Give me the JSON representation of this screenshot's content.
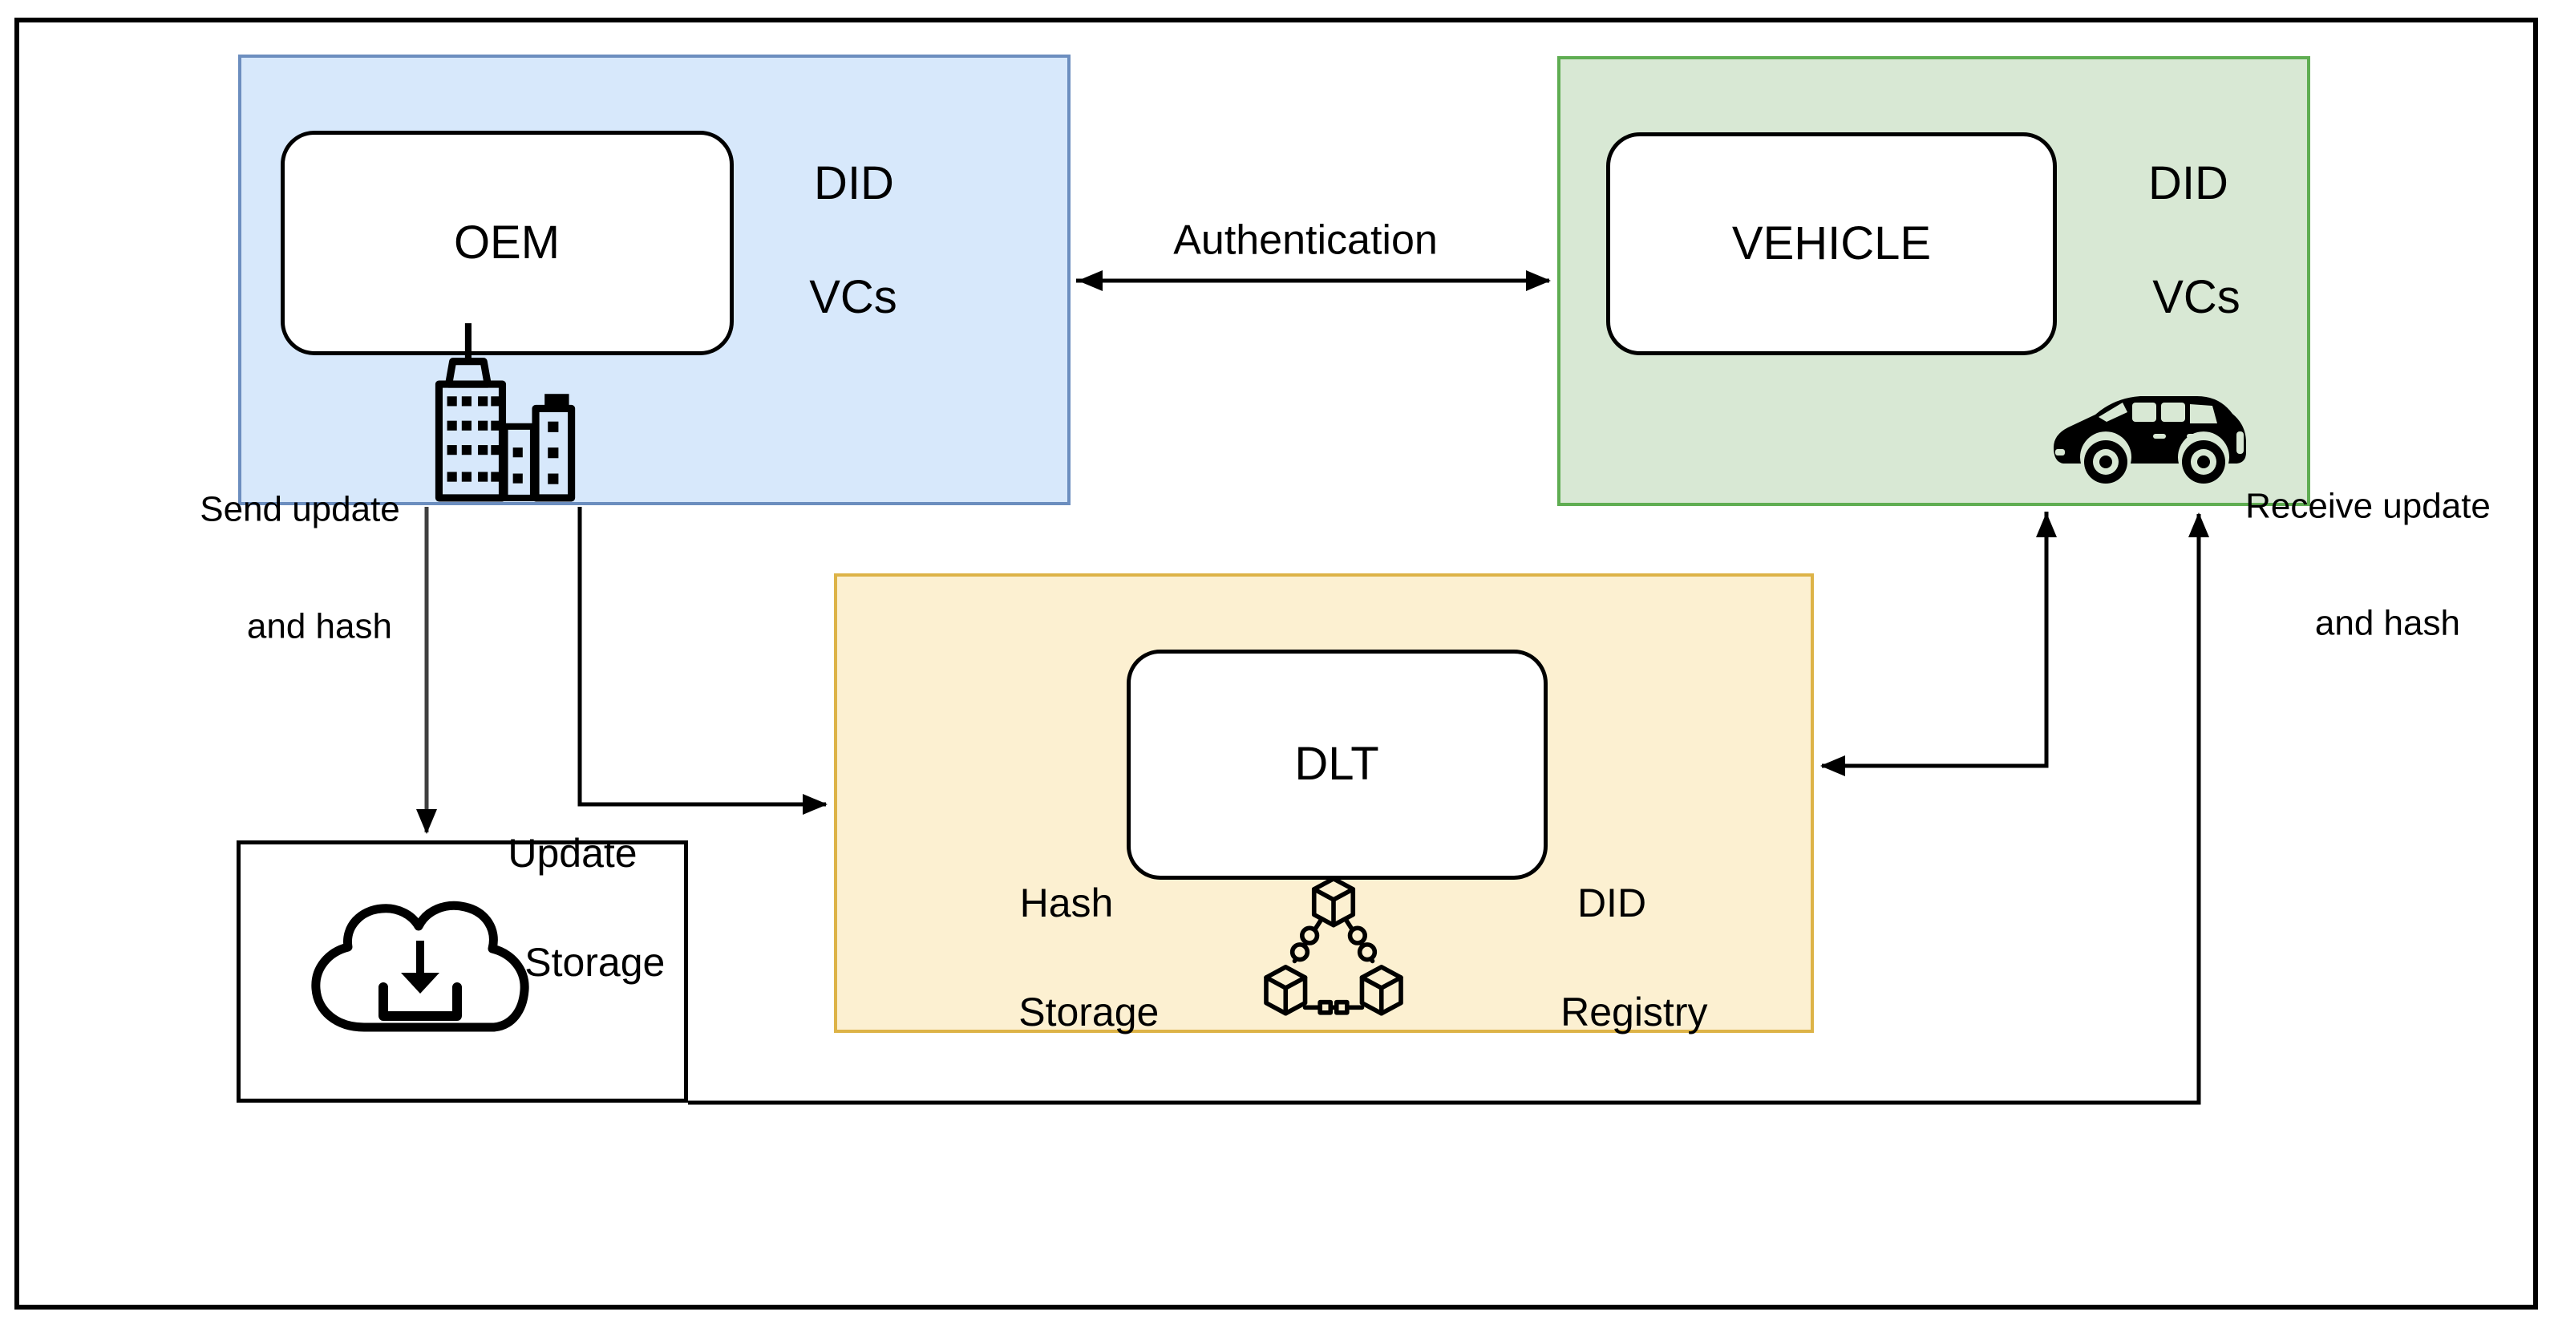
{
  "title": "OTA update architecture with DID, VCs and DLT",
  "colors": {
    "blue_fill": "#d7e8fb",
    "blue_stroke": "#6c8ebf",
    "green_fill": "#d8e8d4",
    "green_stroke": "#5fad52",
    "yellow_fill": "#fcf0d1",
    "yellow_stroke": "#ddb347",
    "line_color": "#000000",
    "muted_arrow": "#3f3f3f"
  },
  "nodes": {
    "oem": "OEM",
    "vehicle": "VEHICLE",
    "dlt": "DLT"
  },
  "zones": {
    "oem": {
      "did": "DID",
      "vcs": "VCs"
    },
    "vehicle": {
      "did": "DID",
      "vcs": "VCs"
    }
  },
  "annotations": {
    "authentication": "Authentication",
    "send_update": {
      "line1": "Send update",
      "line2": "and hash"
    },
    "receive_update": {
      "line1": "Receive update",
      "line2": "and hash"
    },
    "hash_storage": {
      "line1": "Hash",
      "line2": "Storage"
    },
    "did_registry": {
      "line1": "DID",
      "line2": "Registry"
    },
    "update_storage": {
      "line1": "Update",
      "line2": "Storage"
    }
  },
  "icons": {
    "oem": "office-building-icon",
    "vehicle": "car-icon",
    "update_storage": "cloud-download-icon",
    "dlt": "blockchain-cubes-icon"
  }
}
